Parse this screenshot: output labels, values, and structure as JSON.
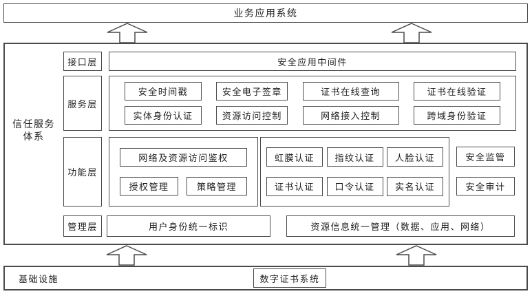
{
  "title": "业务应用系统",
  "trust_system": {
    "label_line1": "信任服务",
    "label_line2": "体系"
  },
  "interface_layer": {
    "label": "接口层",
    "middleware": "安全应用中间件"
  },
  "service_layer": {
    "label": "服务层",
    "row1": [
      "安全时间戳",
      "安全电子签章",
      "证书在线查询",
      "证书在线验证"
    ],
    "row2": [
      "实体身份认证",
      "资源访问控制",
      "网络接入控制",
      "跨域身份验证"
    ]
  },
  "function_layer": {
    "label": "功能层",
    "access_group": {
      "top": "网络及资源访问鉴权",
      "bottom": [
        "授权管理",
        "策略管理"
      ]
    },
    "auth_group": {
      "row1": [
        "虹膜认证",
        "指纹认证",
        "人脸认证"
      ],
      "row2": [
        "证书认证",
        "口令认证",
        "实名认证"
      ]
    },
    "side_items": [
      "安全监管",
      "安全审计"
    ]
  },
  "management_layer": {
    "label": "管理层",
    "items": [
      "用户身份统一标识",
      "资源信息统一管理（数据、应用、网络）"
    ]
  },
  "infrastructure": {
    "label": "基础设施",
    "item": "数字证书系统"
  },
  "icons": {
    "arrow": "up-block-arrow"
  },
  "colors": {
    "border": "#4a4a4a",
    "background": "#ffffff",
    "text": "#1d1d1d"
  }
}
